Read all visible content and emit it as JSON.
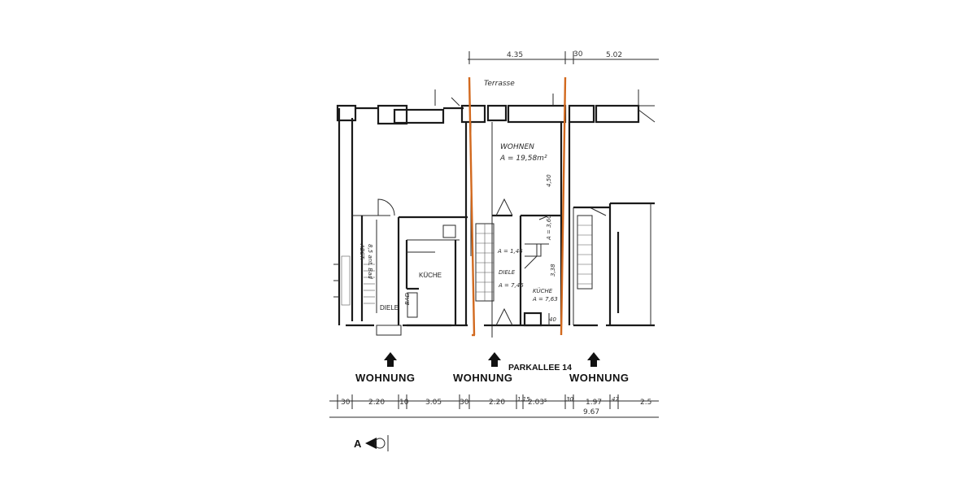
{
  "plan": {
    "address": "PARKALLEE 14",
    "apartment_label": "WOHNUNG",
    "section_marker": "A",
    "terrace_label": "Terrasse",
    "marker_color": "#d2691e",
    "rooms": {
      "living": "WOHNEN",
      "living_area": "A = 19,58m²",
      "living_height": "4,50",
      "kitchen_left": "KÜCHE",
      "hall_left": "DIELE",
      "bath_left": "BAD",
      "hall_center": "DIELE",
      "hall_center_area": "A = 7,46",
      "small_room_area": "A = 1,46",
      "kitchen_center": "KÜCHE",
      "kitchen_center_area": "A = 7,63",
      "kitchen_center_dim": "3,38",
      "bath_center_area": "A = 3,60",
      "stair_note_left": "8,5 ant. Bad",
      "stair_note_left2": "ABST."
    },
    "dimensions_top": [
      "4.35",
      "30",
      "5.02"
    ],
    "dimensions_bottom": [
      "30",
      "2.20",
      "10",
      "3.05",
      "30",
      "2.20",
      "1.15",
      "2.03⁵",
      "30",
      "1.97",
      "47",
      "2.5"
    ],
    "dimension_total": "9.67",
    "dim_small": "40"
  }
}
